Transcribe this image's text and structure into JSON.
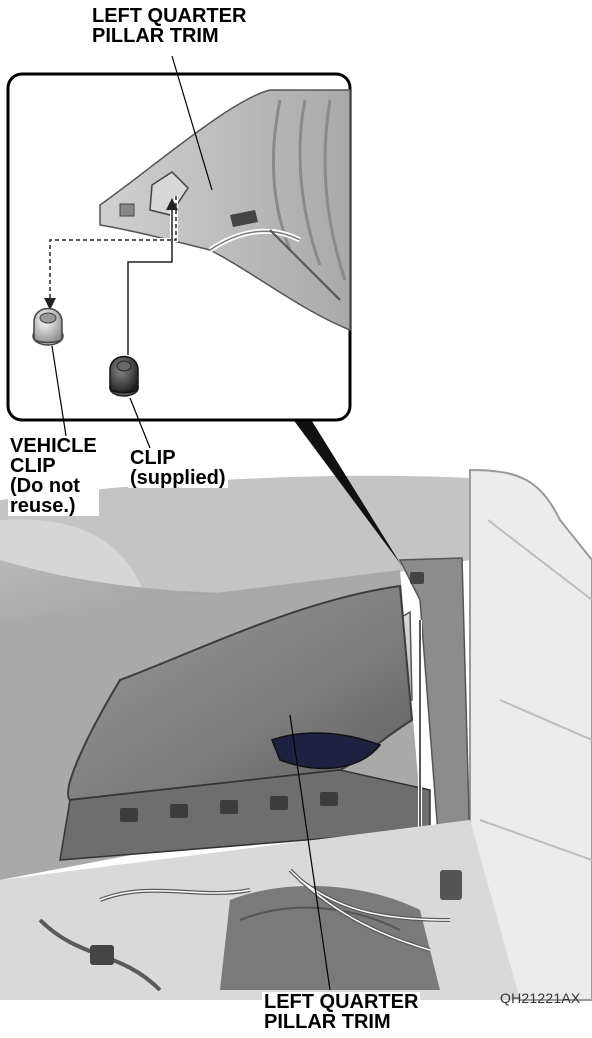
{
  "labels": {
    "top_trim": "LEFT QUARTER\nPILLAR TRIM",
    "vehicle_clip": "VEHICLE\nCLIP\n(Do not\nreuse.)",
    "supplied_clip": "CLIP\n(supplied)",
    "bottom_trim": "LEFT QUARTER\nPILLAR TRIM"
  },
  "figure_code": "QH21221AX"
}
